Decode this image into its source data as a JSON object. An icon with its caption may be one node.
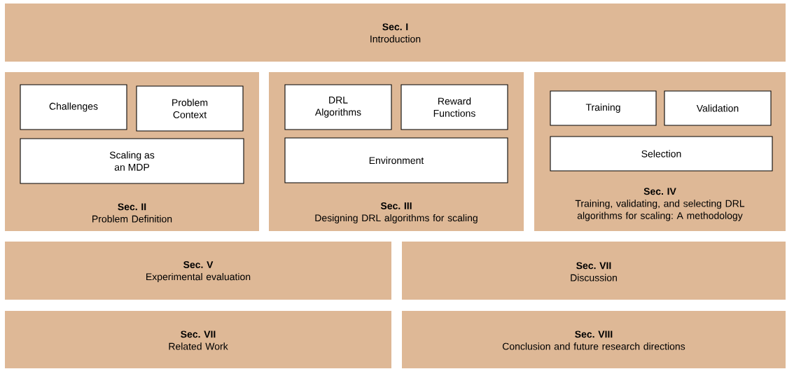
{
  "diagram": {
    "nodes": [
      {
        "text": [
          "Sec. I",
          "Introduction"
        ]
      },
      {
        "text": [
          "Sec. II",
          "Problem Definition"
        ]
      },
      {
        "text": [
          "Challenges"
        ],
        "in": 1
      },
      {
        "text": [
          "Problem Context"
        ],
        "in": 1
      },
      {
        "text": [
          "Scaling as an MDP"
        ],
        "in": 1
      },
      {
        "text": [
          "Sec. III",
          "Designing DRL algorithms for scaling"
        ]
      },
      {
        "text": [
          "DRL Algorithms"
        ],
        "in": 5
      },
      {
        "text": [
          "Reward Functions"
        ],
        "in": 5
      },
      {
        "text": [
          "Environment"
        ],
        "in": 5
      },
      {
        "text": [
          "Sec. IV",
          "Training, validating, and selecting DRL algorithms for scaling: A methodology"
        ]
      },
      {
        "text": [
          "Training"
        ],
        "in": 9
      },
      {
        "text": [
          "Validation"
        ],
        "in": 9
      },
      {
        "text": [
          "Selection"
        ],
        "in": 9
      },
      {
        "text": [
          "Sec. V",
          "Experimental evaluation"
        ]
      },
      {
        "text": [
          "Sec. VII",
          "Discussion"
        ]
      },
      {
        "text": [
          "Sec. VII",
          "Related Work"
        ]
      },
      {
        "text": [
          "Sec. VIII",
          "Conclusion and future research directions"
        ]
      }
    ]
  }
}
